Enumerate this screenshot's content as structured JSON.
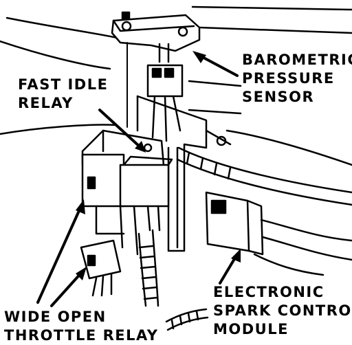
{
  "labels": {
    "barometric_pressure_sensor": [
      "BAROMETRIC",
      "PRESSURE",
      "SENSOR"
    ],
    "fast_idle_relay": [
      "FAST IDLE",
      "RELAY"
    ],
    "wide_open_throttle_relay": [
      "WIDE OPEN",
      "THROTTLE RELAY"
    ],
    "electronic_spark_control_module": [
      "ELECTRONIC",
      "SPARK CONTROL",
      "MODULE"
    ]
  },
  "colors": {
    "ink": "#000000",
    "paper": "#ffffff"
  }
}
